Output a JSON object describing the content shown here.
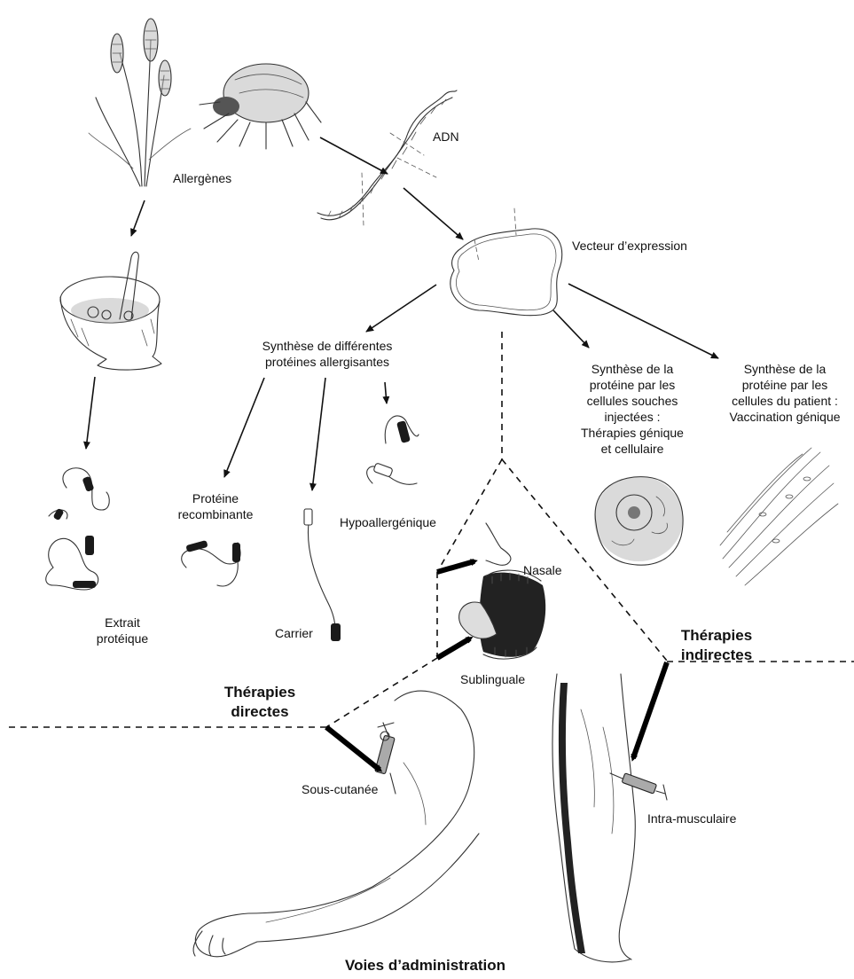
{
  "labels": {
    "allergenes": "Allergènes",
    "adn": "ADN",
    "vecteur": "Vecteur d’expression",
    "synthese_diff_l1": "Synthèse de différentes",
    "synthese_diff_l2": "protéines allergisantes",
    "synthese_souches_l1": "Synthèse de la",
    "synthese_souches_l2": "protéine par les",
    "synthese_souches_l3": "cellules souches",
    "synthese_souches_l4": "injectées :",
    "synthese_souches_l5": "Thérapies génique",
    "synthese_souches_l6": "et cellulaire",
    "synthese_patient_l1": "Synthèse de la",
    "synthese_patient_l2": "protéine par les",
    "synthese_patient_l3": "cellules du patient :",
    "synthese_patient_l4": "Vaccination génique",
    "proteine_recomb_l1": "Protéine",
    "proteine_recomb_l2": "recombinante",
    "hypoallergenique": "Hypoallergénique",
    "extrait_l1": "Extrait",
    "extrait_l2": "protéique",
    "carrier": "Carrier",
    "nasale": "Nasale",
    "sublinguale": "Sublinguale",
    "therapies_indirectes_l1": "Thérapies",
    "therapies_indirectes_l2": "indirectes",
    "therapies_directes_l1": "Thérapies",
    "therapies_directes_l2": "directes",
    "sous_cutanee": "Sous-cutanée",
    "intra_musculaire": "Intra-musculaire",
    "voies": "Voies d’administration"
  },
  "icons": [
    "wheat-icon",
    "mite-icon",
    "dna-icon",
    "plasmid-icon",
    "mortar-icon",
    "protein-icon",
    "cell-icon",
    "muscle-fibers-icon",
    "face-icon",
    "arm-icon",
    "leg-icon",
    "syringe-icon"
  ]
}
